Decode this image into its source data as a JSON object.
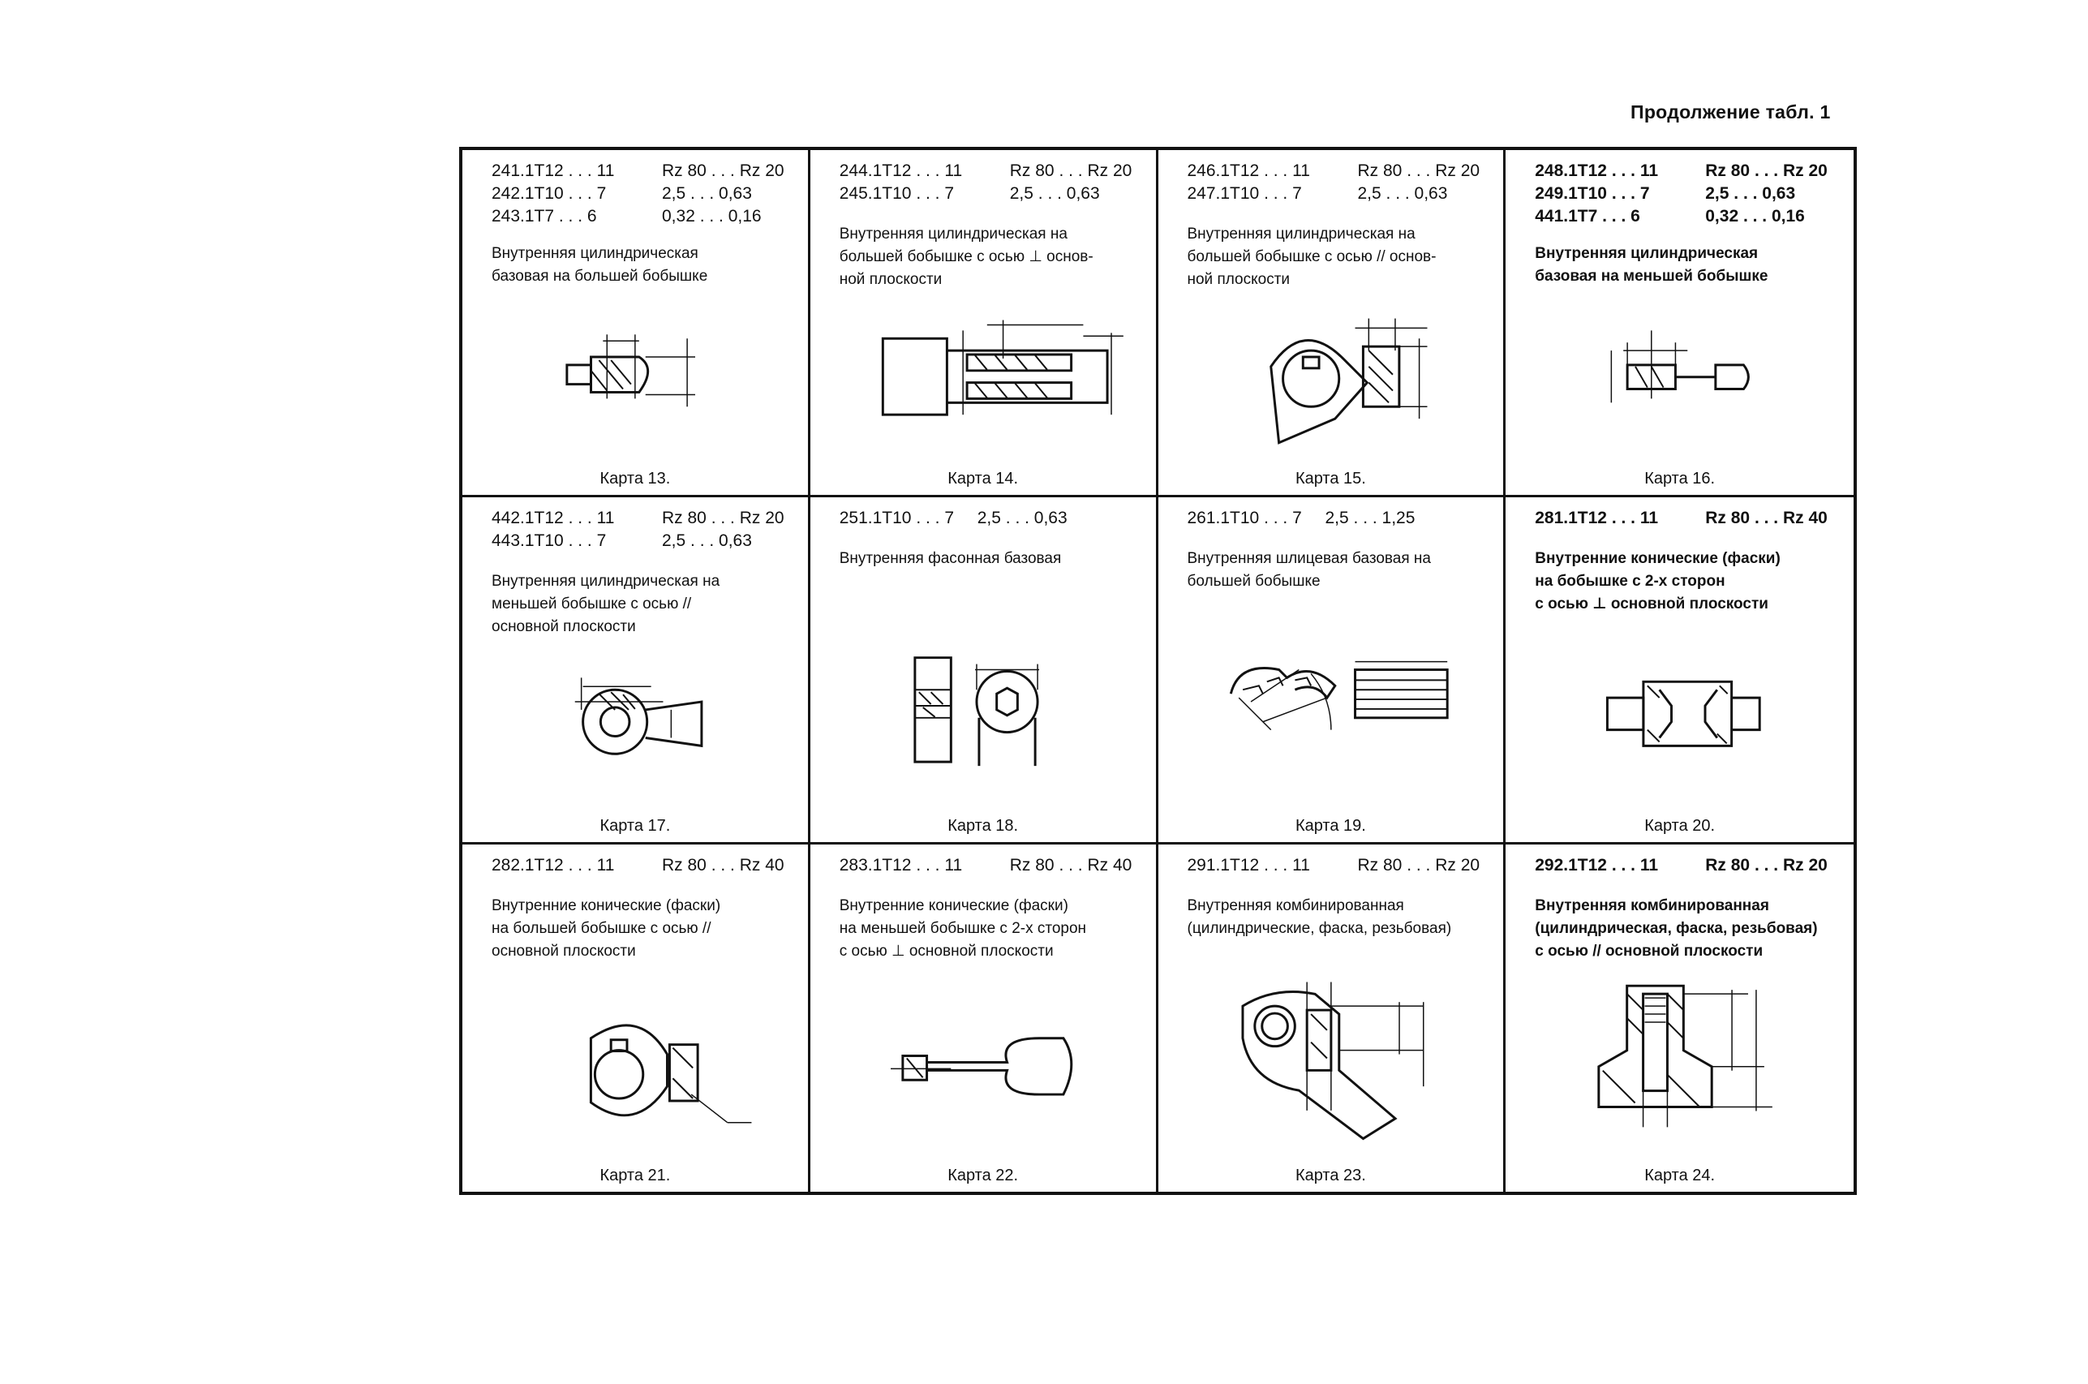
{
  "header": {
    "continuation": "Продолжение табл. 1"
  },
  "cards": [
    {
      "lines": [
        [
          "241.1Т12 . . . 11",
          "Rz 80 . . . Rz 20"
        ],
        [
          "242.1Т10 . . . 7",
          "2,5 . . . 0,63"
        ],
        [
          "243.1Т7 . . . 6",
          "0,32 . . . 0,16"
        ]
      ],
      "description": "Внутренняя цилиндрическая\nбазовая на большей бобышке",
      "caption": "Карта 13."
    },
    {
      "lines": [
        [
          "244.1Т12 . . . 11",
          "Rz 80 . . . Rz 20"
        ],
        [
          "245.1Т10 . . . 7",
          "2,5 . . . 0,63"
        ]
      ],
      "description": "Внутренняя цилиндрическая на\nбольшей бобышке с осью ⊥ основ-\nной плоскости",
      "caption": "Карта 14."
    },
    {
      "lines": [
        [
          "246.1Т12 . . . 11",
          "Rz 80 . . . Rz 20"
        ],
        [
          "247.1Т10 . . . 7",
          "2,5 . . . 0,63"
        ]
      ],
      "description": "Внутренняя цилиндрическая на\nбольшей бобышке с осью // основ-\nной плоскости",
      "caption": "Карта 15."
    },
    {
      "lines": [
        [
          "248.1Т12 . . . 11",
          "Rz 80 . . . Rz 20"
        ],
        [
          "249.1Т10 . . . 7",
          "2,5 . . . 0,63"
        ],
        [
          "441.1Т7 . . . 6",
          "0,32 . . . 0,16"
        ]
      ],
      "description": "Внутренняя цилиндрическая\nбазовая на меньшей бобышке",
      "caption": "Карта 16."
    },
    {
      "lines": [
        [
          "442.1Т12 . . . 11",
          "Rz 80 . . . Rz 20"
        ],
        [
          "443.1Т10 . . . 7",
          "2,5 . . . 0,63"
        ]
      ],
      "description": "Внутренняя цилиндрическая на\nменьшей бобышке с осью //\nосновной плоскости",
      "caption": "Карта 17."
    },
    {
      "lines": [
        [
          "251.1Т10 . . . 7",
          "2,5 . . . 0,63"
        ]
      ],
      "description": "Внутренняя фасонная базовая",
      "caption": "Карта 18."
    },
    {
      "lines": [
        [
          "261.1Т10 . . . 7",
          "2,5 . . . 1,25"
        ]
      ],
      "description": "Внутренняя шлицевая базовая на\nбольшей бобышке",
      "caption": "Карта 19."
    },
    {
      "lines": [
        [
          "281.1Т12 . . . 11",
          "Rz 80 . . . Rz 40"
        ]
      ],
      "description": "Внутренние конические (фаски)\nна бобышке с 2-х сторон\nс осью ⊥ основной плоскости",
      "caption": "Карта 20."
    },
    {
      "lines": [
        [
          "282.1Т12 . . . 11",
          "Rz 80 . . . Rz 40"
        ]
      ],
      "description": "Внутренние конические (фаски)\nна большей бобышке с осью //\nосновной плоскости",
      "caption": "Карта 21."
    },
    {
      "lines": [
        [
          "283.1Т12 . . . 11",
          "Rz 80 . . . Rz 40"
        ]
      ],
      "description": "Внутренние конические (фаски)\nна меньшей бобышке с 2-х сторон\nс осью ⊥ основной плоскости",
      "caption": "Карта 22."
    },
    {
      "lines": [
        [
          "291.1Т12 . . . 11",
          "Rz 80 . . . Rz 20"
        ]
      ],
      "description": "Внутренняя комбинированная\n(цилиндрические, фаска, резьбовая)",
      "caption": "Карта 23."
    },
    {
      "lines": [
        [
          "292.1Т12 . . . 11",
          "Rz 80 . . . Rz 20"
        ]
      ],
      "description": "Внутренняя комбинированная\n(цилиндрическая, фаска, резьбовая)\nс осью // основной плоскости",
      "caption": "Карта 24."
    }
  ]
}
